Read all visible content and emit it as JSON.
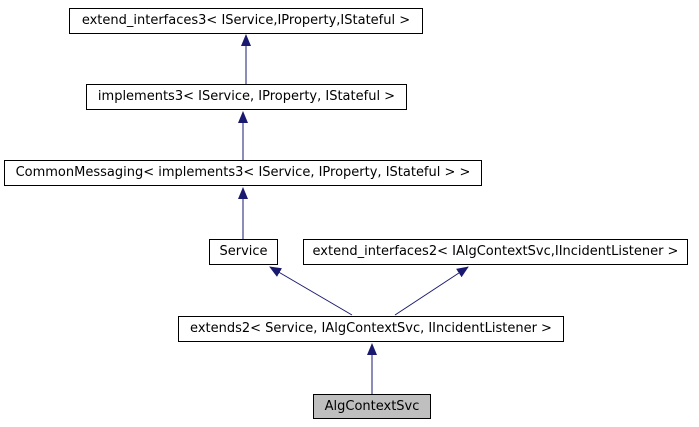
{
  "diagram": {
    "type": "inheritance-graph",
    "nodes": [
      {
        "id": "extend_interfaces3",
        "label": "extend_interfaces3< IService,IProperty,IStateful >",
        "highlighted": false
      },
      {
        "id": "implements3",
        "label": "implements3< IService, IProperty, IStateful >",
        "highlighted": false
      },
      {
        "id": "CommonMessaging",
        "label": "CommonMessaging< implements3< IService, IProperty, IStateful > >",
        "highlighted": false
      },
      {
        "id": "Service",
        "label": "Service",
        "highlighted": false
      },
      {
        "id": "extend_interfaces2",
        "label": "extend_interfaces2< IAlgContextSvc,IIncidentListener >",
        "highlighted": false
      },
      {
        "id": "extends2",
        "label": "extends2< Service, IAlgContextSvc, IIncidentListener >",
        "highlighted": false
      },
      {
        "id": "AlgContextSvc",
        "label": "AlgContextSvc",
        "highlighted": true
      }
    ],
    "edges": [
      {
        "from": "implements3",
        "to": "extend_interfaces3"
      },
      {
        "from": "CommonMessaging",
        "to": "implements3"
      },
      {
        "from": "Service",
        "to": "CommonMessaging"
      },
      {
        "from": "extends2",
        "to": "Service"
      },
      {
        "from": "extends2",
        "to": "extend_interfaces2"
      },
      {
        "from": "AlgContextSvc",
        "to": "extends2"
      }
    ],
    "colors": {
      "edge": "#191970",
      "node_border": "#000000",
      "node_fill": "#ffffff",
      "highlight_fill": "#bfbfbf",
      "text": "#000000",
      "background": "#ffffff"
    }
  }
}
